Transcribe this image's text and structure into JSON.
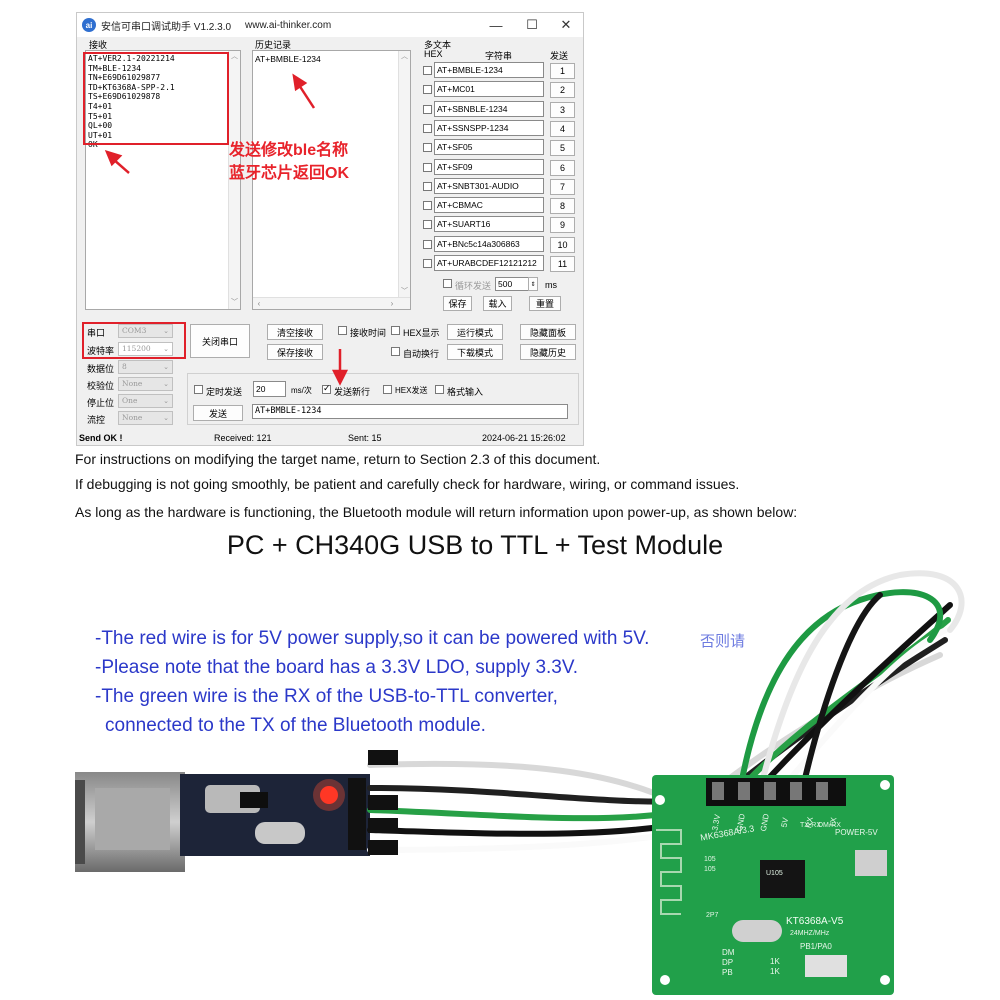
{
  "window": {
    "app_icon": "ai-thinker-icon",
    "title": "安信可串口调试助手 V1.2.3.0",
    "url": "www.ai-thinker.com",
    "controls": [
      "minimize-icon",
      "maximize-icon",
      "close-icon"
    ],
    "min_glyph": "—",
    "max_glyph": "☐",
    "close_glyph": "✕"
  },
  "receive": {
    "label": "接收",
    "lines": [
      "AT+VER2.1-20221214",
      "TM+BLE-1234",
      "TN+E69D61029877",
      "TD+KT6368A-SPP-2.1",
      "TS+E69D61029878",
      "T4+01",
      "T5+01",
      "QL+00",
      "UT+01",
      "OK"
    ]
  },
  "history": {
    "label": "历史记录",
    "items": [
      "AT+BMBLE-1234"
    ]
  },
  "multitext": {
    "label": "多文本",
    "col_hex": "HEX",
    "col_string": "字符串",
    "col_send": "发送",
    "rows": [
      {
        "text": "AT+BMBLE-1234",
        "num": "1"
      },
      {
        "text": "AT+MC01",
        "num": "2"
      },
      {
        "text": "AT+SBNBLE-1234",
        "num": "3"
      },
      {
        "text": "AT+SSNSPP-1234",
        "num": "4"
      },
      {
        "text": "AT+SF05",
        "num": "5"
      },
      {
        "text": "AT+SF09",
        "num": "6"
      },
      {
        "text": "AT+SNBT301-AUDIO",
        "num": "7"
      },
      {
        "text": "AT+CBMAC",
        "num": "8"
      },
      {
        "text": "AT+SUART16",
        "num": "9"
      },
      {
        "text": "AT+BNc5c14a306863",
        "num": "10"
      },
      {
        "text": "AT+URABCDEF12121212",
        "num": "11"
      }
    ],
    "loop_send_label": "循环发送",
    "loop_interval": "500",
    "loop_unit": "ms",
    "save_label": "保存",
    "load_label": "载入",
    "reset_label": "重置"
  },
  "serial": {
    "port_label": "串口",
    "port_value": "COM3",
    "baud_label": "波特率",
    "baud_value": "115200",
    "databits_label": "数据位",
    "databits_value": "8",
    "parity_label": "校验位",
    "parity_value": "None",
    "stopbits_label": "停止位",
    "stopbits_value": "One",
    "flow_label": "流控",
    "flow_value": "None",
    "close_port_label": "关闭串口"
  },
  "options": {
    "clear_receive": "清空接收",
    "save_receive": "保存接收",
    "receive_time": "接收时间",
    "hex_display": "HEX显示",
    "auto_wrap": "自动换行",
    "run_mode": "运行模式",
    "download_mode": "下载模式",
    "hide_panel": "隐藏面板",
    "hide_history": "隐藏历史"
  },
  "send": {
    "timed_send": "定时发送",
    "interval": "20",
    "interval_unit": "ms/次",
    "send_newline": "发送新行",
    "hex_send": "HEX发送",
    "format_input": "格式输入",
    "send_button": "发送",
    "input_value": "AT+BMBLE-1234"
  },
  "status": {
    "send_status": "Send OK !",
    "received": "Received: 121",
    "sent": "Sent: 15",
    "datetime": "2024-06-21 15:26:02"
  },
  "annotation": {
    "line1": "发送修改ble名称",
    "line2": "蓝牙芯片返回OK",
    "color": "#e8232b"
  },
  "doc": {
    "line1": "For instructions on modifying the target name, return to Section 2.3 of this document.",
    "line2": "If debugging is not going smoothly, be patient and carefully check for hardware, wiring, or command issues.",
    "line3": "As long as the hardware is functioning, the Bluetooth module will return information upon power-up, as shown below:",
    "heading": "PC + CH340G USB to TTL + Test Module"
  },
  "photo": {
    "note1": "-The red wire is for 5V power supply,so it can be powered with 5V.",
    "note1_tail": "否则请",
    "note2": "-Please note that the board has a 3.3V LDO, supply 3.3V.",
    "note3": "-The green wire is the RX of the USB-to-TTL converter,",
    "note4": "connected to the TX of the Bluetooth module.",
    "board": {
      "chip_top": "MK6368A/3.3",
      "power_label": "POWER-5V",
      "module_label": "KT6368A-V5",
      "freq_label": "24MHZ/MHz",
      "pin_labels": [
        "3.3V",
        "GND",
        "GND",
        "5V",
        "RX",
        "TX"
      ],
      "bottom_labels": [
        "DM",
        "DP",
        "PB",
        "1K",
        "1K"
      ],
      "pb_label": "PB1/PA0",
      "misc": [
        "105",
        "105",
        "U105",
        "2P7",
        "TX-RX",
        "DM-RX"
      ]
    }
  }
}
